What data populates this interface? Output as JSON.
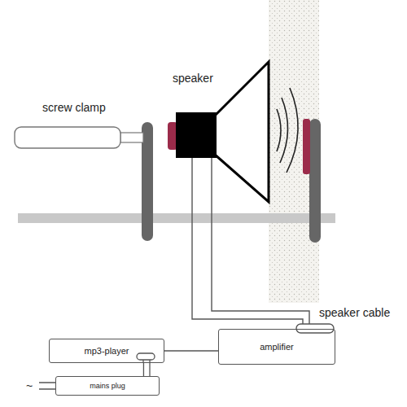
{
  "diagram": {
    "nodes": [
      {
        "text": [
          "mp3-player"
        ]
      },
      {
        "text": [
          "amplifier"
        ]
      },
      {
        "text": [
          "mains plug"
        ]
      }
    ],
    "edges": [
      {
        "from": 0,
        "to": 1,
        "arrow": "none"
      },
      {
        "from": 2,
        "to": 0,
        "arrow": "none"
      }
    ],
    "labels": [
      "screw clamp",
      "speaker",
      "speaker cable",
      "~"
    ]
  }
}
